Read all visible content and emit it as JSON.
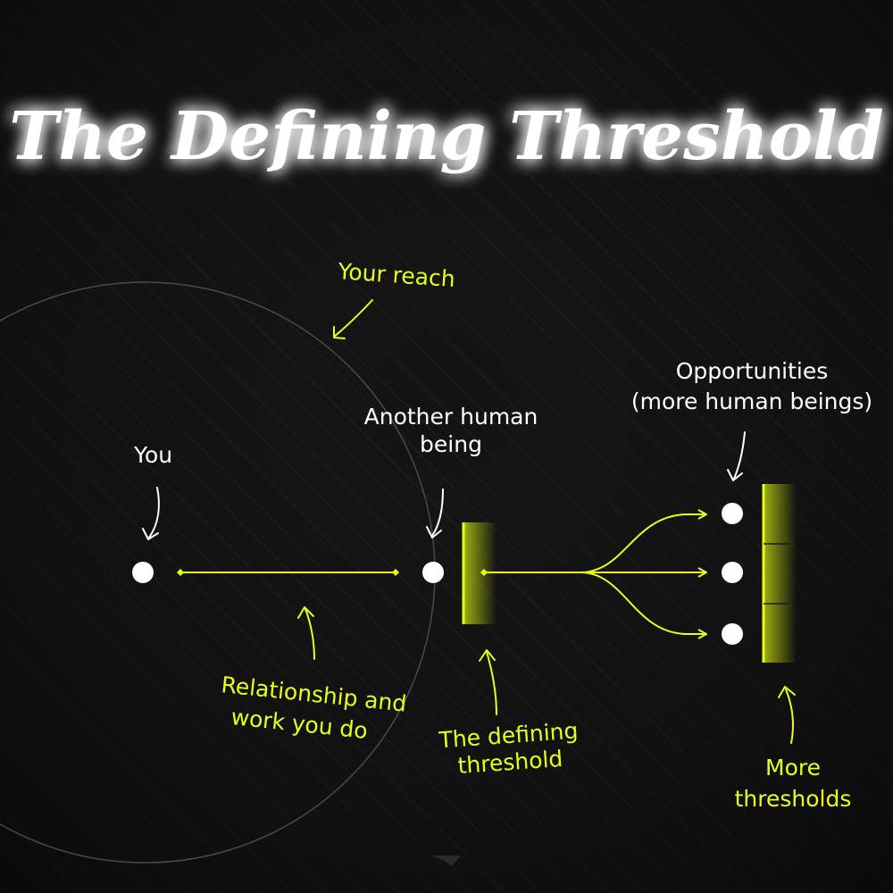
{
  "title": "The Defining Threshold",
  "labels": {
    "your_reach": "Your reach",
    "you": "You",
    "another_human_line1": "Another human",
    "another_human_line2": "being",
    "opportunities_line1": "Opportunities",
    "opportunities_line2": "(more human beings)",
    "relationship_line1": "Relationship and",
    "relationship_line2": "work you do",
    "defining_line1": "The defining",
    "defining_line2": "threshold",
    "more_line1": "More",
    "more_line2": "thresholds"
  },
  "colors": {
    "background": "#131313",
    "accent": "#e6ff1a",
    "node": "#ffffff",
    "reach_circle": "#4a4a4a"
  }
}
